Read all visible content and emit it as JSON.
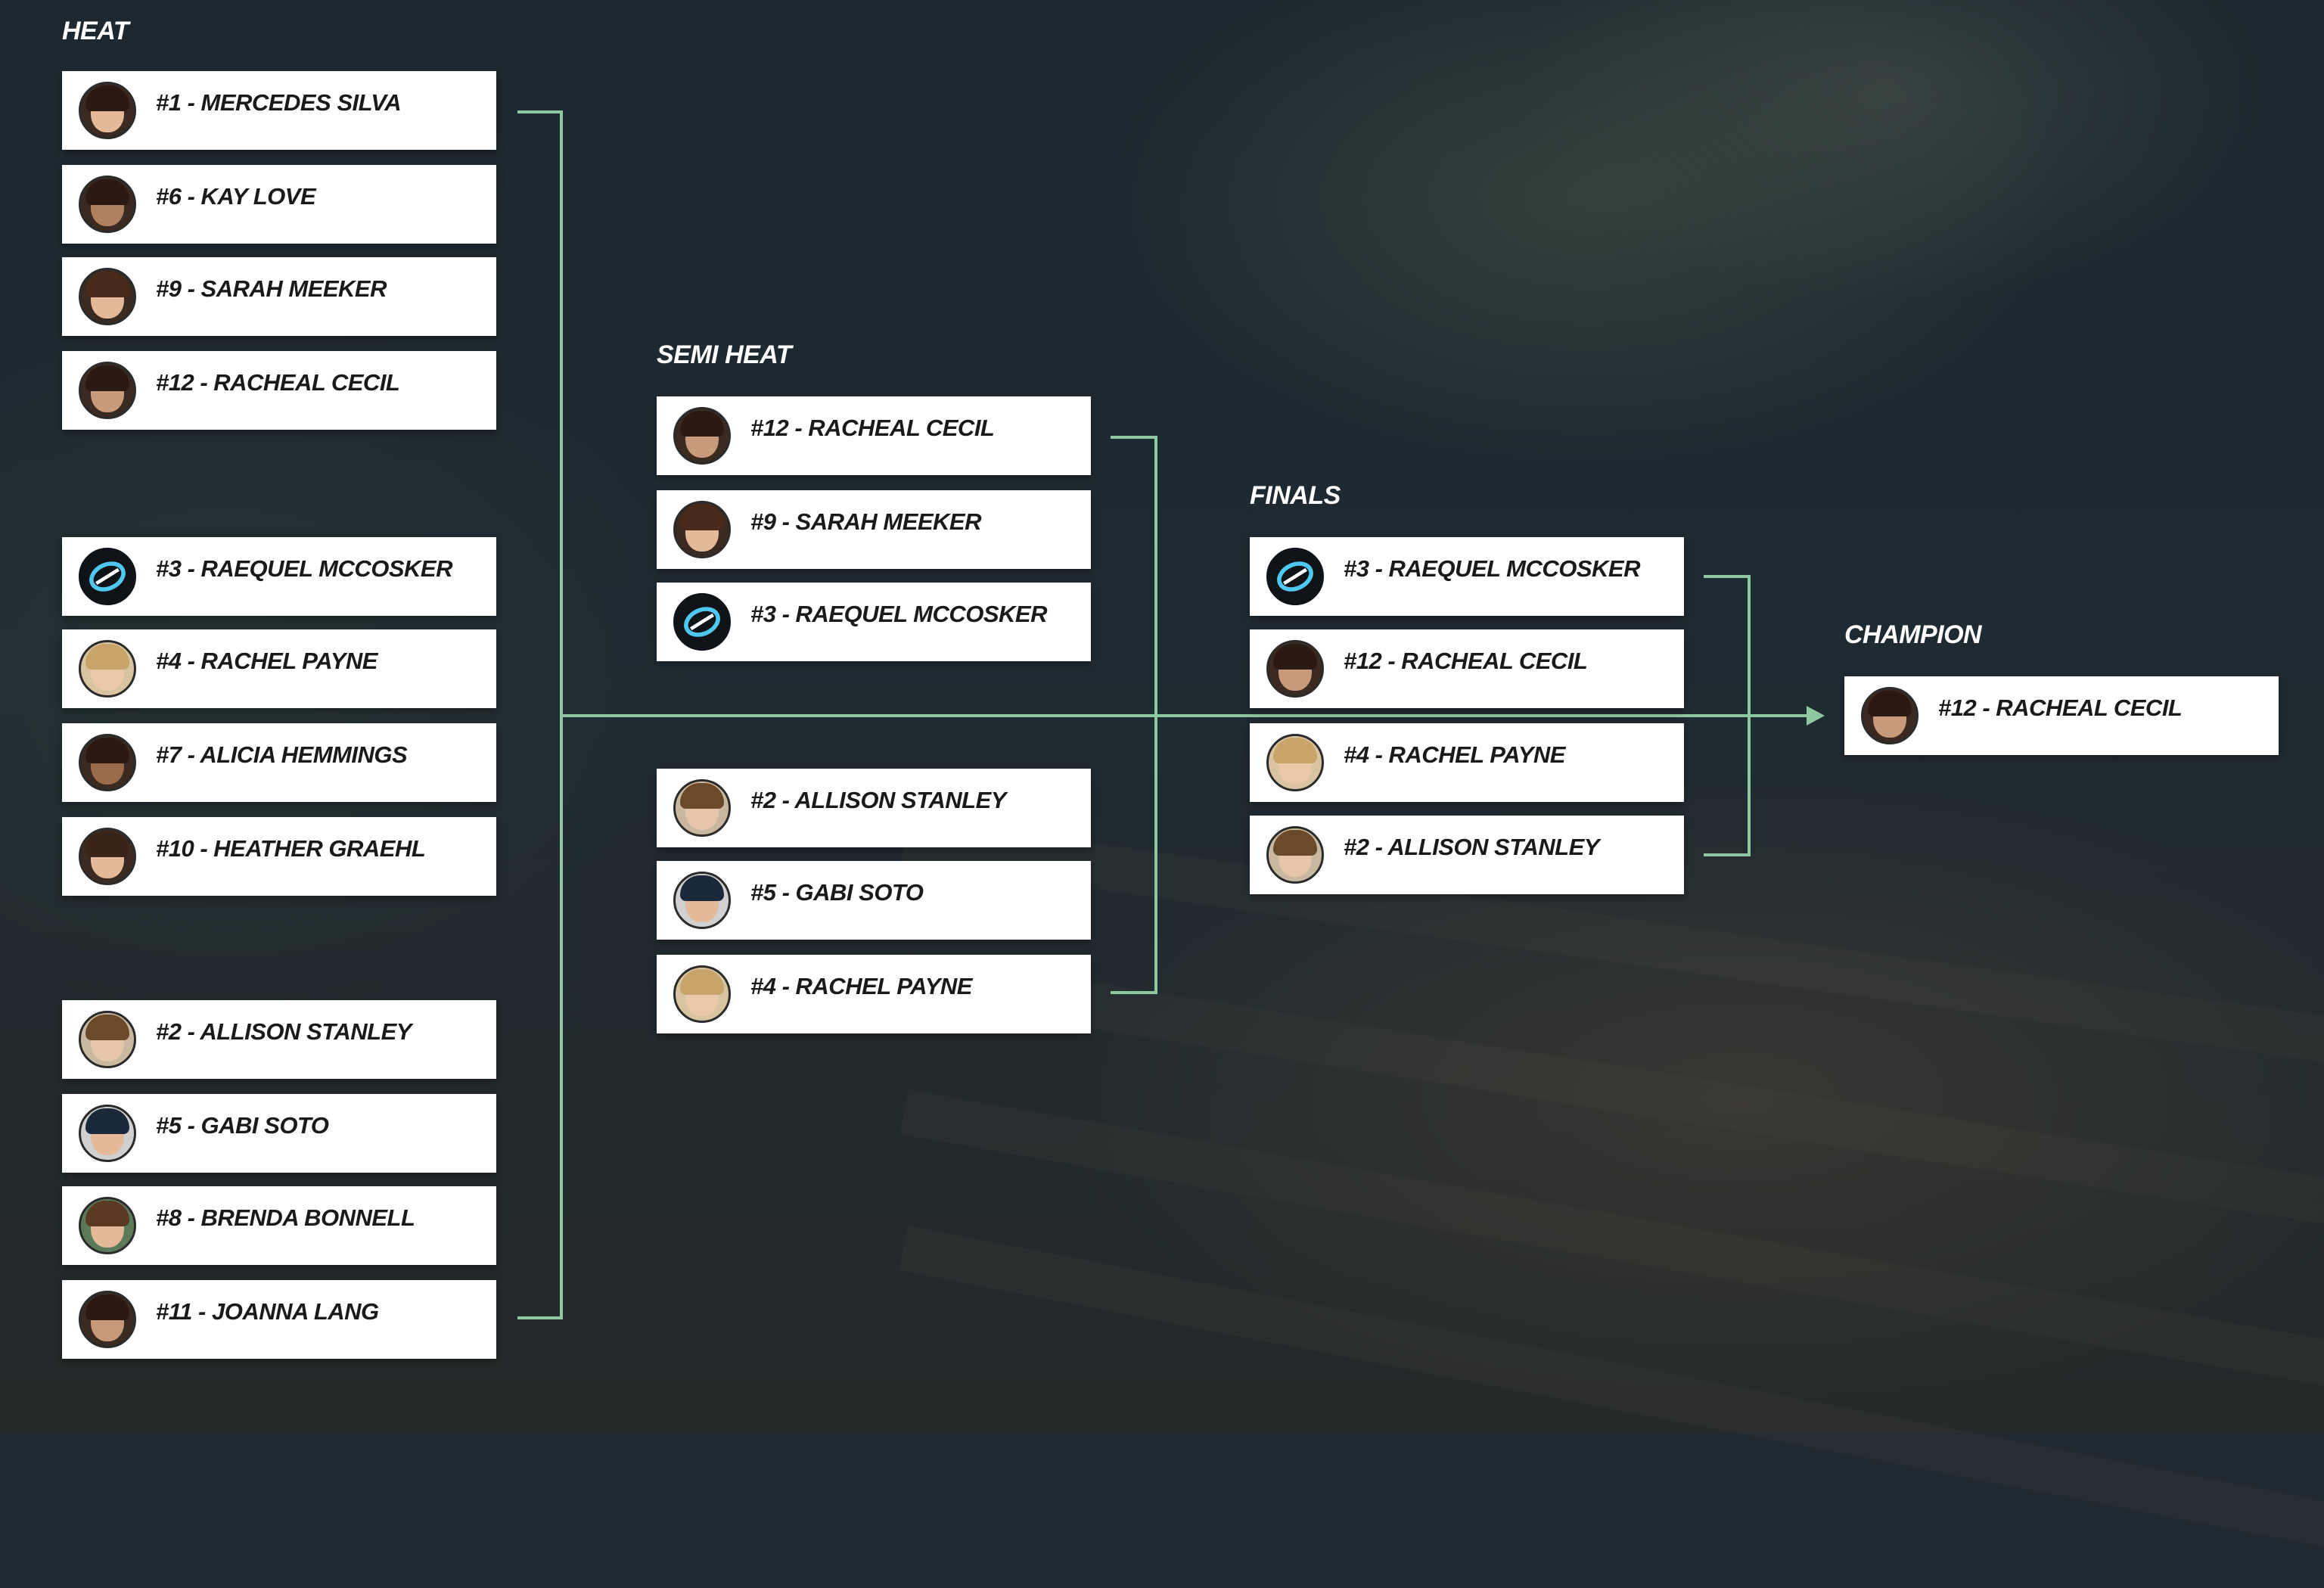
{
  "rounds": {
    "heat": {
      "title": "HEAT",
      "groups": [
        [
          {
            "label": "#1 - MERCEDES SILVA",
            "avatar": "rider-photo"
          },
          {
            "label": "#6 - KAY LOVE",
            "avatar": "rider-photo"
          },
          {
            "label": "#9 - SARAH MEEKER",
            "avatar": "rider-photo"
          },
          {
            "label": "#12 - RACHEAL CECIL",
            "avatar": "rider-photo"
          }
        ],
        [
          {
            "label": "#3 - RAEQUEL MCCOSKER",
            "avatar": "sponsor-logo-icon"
          },
          {
            "label": "#4 - RACHEL PAYNE",
            "avatar": "rider-photo"
          },
          {
            "label": "#7 - ALICIA HEMMINGS",
            "avatar": "rider-photo"
          },
          {
            "label": "#10 - HEATHER GRAEHL",
            "avatar": "rider-photo"
          }
        ],
        [
          {
            "label": "#2 - ALLISON STANLEY",
            "avatar": "rider-photo"
          },
          {
            "label": "#5 - GABI SOTO",
            "avatar": "rider-photo"
          },
          {
            "label": "#8 - BRENDA BONNELL",
            "avatar": "rider-photo"
          },
          {
            "label": "#11 - JOANNA LANG",
            "avatar": "rider-photo"
          }
        ]
      ]
    },
    "semi": {
      "title": "SEMI HEAT",
      "groups": [
        [
          {
            "label": "#12 - RACHEAL CECIL",
            "avatar": "rider-photo"
          },
          {
            "label": "#9 - SARAH MEEKER",
            "avatar": "rider-photo"
          },
          {
            "label": "#3 - RAEQUEL MCCOSKER",
            "avatar": "sponsor-logo-icon"
          }
        ],
        [
          {
            "label": "#2 - ALLISON STANLEY",
            "avatar": "rider-photo"
          },
          {
            "label": "#5 - GABI SOTO",
            "avatar": "rider-photo"
          },
          {
            "label": "#4 - RACHEL PAYNE",
            "avatar": "rider-photo"
          }
        ]
      ]
    },
    "finals": {
      "title": "FINALS",
      "groups": [
        [
          {
            "label": "#3 - RAEQUEL MCCOSKER",
            "avatar": "sponsor-logo-icon"
          },
          {
            "label": "#12 - RACHEAL CECIL",
            "avatar": "rider-photo"
          },
          {
            "label": "#4 - RACHEL PAYNE",
            "avatar": "rider-photo"
          },
          {
            "label": "#2 - ALLISON STANLEY",
            "avatar": "rider-photo"
          }
        ]
      ]
    },
    "champion": {
      "title": "CHAMPION",
      "groups": [
        [
          {
            "label": "#12 - RACHEAL CECIL",
            "avatar": "rider-photo"
          }
        ]
      ]
    }
  },
  "colors": {
    "connector": "#8fc7a0",
    "card_bg": "#ffffff",
    "title_text": "#ffffff",
    "name_text": "#1a1a1a"
  }
}
